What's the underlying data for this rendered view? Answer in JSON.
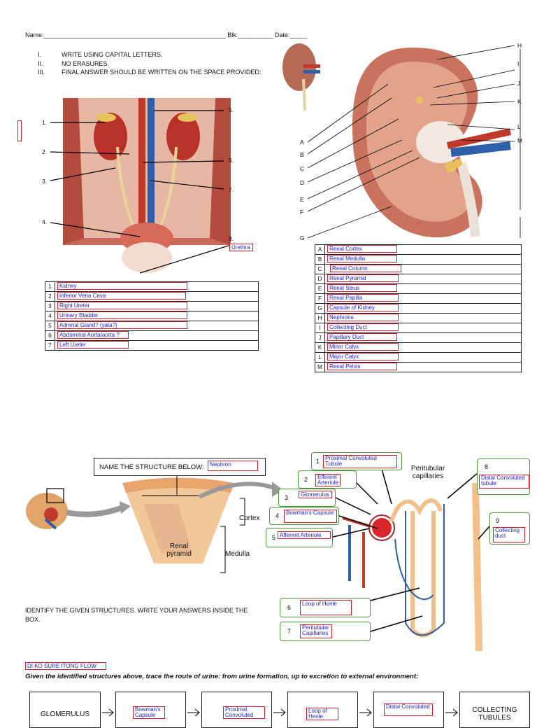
{
  "header": {
    "name_label": "Name:____________________________________________________ Blk:__________ Date:_____",
    "instructions": [
      {
        "num": "I.",
        "text": "WRITE USING CAPITAL LETTERS."
      },
      {
        "num": "II.",
        "text": "NO ERASURES."
      },
      {
        "num": "III.",
        "text": "FINAL ANSWER SHOULD BE WRITTEN ON THE SPACE PROVIDED:"
      }
    ]
  },
  "urinary": {
    "labels": [
      "1.",
      "2.",
      "3.",
      "4.",
      "5.",
      "6.",
      "7.",
      "8."
    ],
    "label8_answer": "Urethra",
    "table": [
      {
        "n": "1",
        "answer": "Kidney"
      },
      {
        "n": "2",
        "answer": "Inferior Vena Cava"
      },
      {
        "n": "3",
        "answer": "Right Ureter"
      },
      {
        "n": "4",
        "answer": "Urinary Bladder"
      },
      {
        "n": "5",
        "answer": "Adrenal Gland? (yata?)"
      },
      {
        "n": "6",
        "answer": "Abdominal Aorta/aorta ?"
      },
      {
        "n": "7",
        "answer": "Left Ureter"
      }
    ]
  },
  "kidney": {
    "left_letters": [
      "A",
      "B",
      "C",
      "D",
      "E",
      "F",
      "G"
    ],
    "right_letters": [
      "H",
      "I",
      "J",
      "K",
      "L",
      "M"
    ],
    "table": [
      {
        "n": "A",
        "answer": "Renal Cortex"
      },
      {
        "n": "B",
        "answer": "Renal Medulla"
      },
      {
        "n": "C",
        "answer": "Renal Column"
      },
      {
        "n": "D",
        "answer": "Renal Pyramid"
      },
      {
        "n": "E",
        "answer": "Renal Sinus"
      },
      {
        "n": "F",
        "answer": "Renal Papilla"
      },
      {
        "n": "G",
        "answer": "Capsule of Kidney"
      },
      {
        "n": "H",
        "answer": "Nephrons"
      },
      {
        "n": "I",
        "answer": "Collecting Duct"
      },
      {
        "n": "J",
        "answer": "Papillary Duct"
      },
      {
        "n": "K",
        "answer": "Minor Calyx"
      },
      {
        "n": "L",
        "answer": "Major Calyx"
      },
      {
        "n": "M",
        "answer": "Renal Pelvis"
      }
    ]
  },
  "nephron_section": {
    "name_prompt": "NAME THE STRUCTURE BELOW:",
    "name_answer": "Nephron",
    "cortex_label": "Cortex",
    "medulla_label": "Medulla",
    "pyramid_label": "Renal pyramid",
    "peritubular_label": "Peritubular capillaries",
    "identify_text": "IDENTIFY THE GIVEN STRUCTURES. WRITE YOUR ANSWERS INSIDE THE BOX.",
    "items": [
      {
        "n": "1",
        "answer": "Proximal Convoluted Tubule"
      },
      {
        "n": "2",
        "answer": "Efferent Arteriole"
      },
      {
        "n": "3",
        "answer": "Glomerulus"
      },
      {
        "n": "4",
        "answer": "Bowman's Capsule"
      },
      {
        "n": "5",
        "answer": "Afferent Arteriole"
      },
      {
        "n": "6",
        "answer": "Loop of Henle"
      },
      {
        "n": "7",
        "answer": "Peritubular Capillaries"
      },
      {
        "n": "8",
        "answer": "Distal Convoluted tubule"
      },
      {
        "n": "9",
        "answer": "Collecting duct"
      }
    ]
  },
  "flow_section": {
    "note": "DI KO SURE ITONG FLOW",
    "prompt": "Given the identified structures above, trace the route of urine: from urine formation, up to excretion to external environment:",
    "boxes": [
      {
        "text": "GLOMERULUS",
        "answer": ""
      },
      {
        "text": "",
        "answer": "Bowman's Capsule"
      },
      {
        "text": "",
        "answer": "Proximal Convoluted"
      },
      {
        "text": "",
        "answer": "Loop of Henle"
      },
      {
        "text": "",
        "answer": "Distal Convoluted"
      },
      {
        "text": "COLLECTING TUBULES",
        "answer": ""
      }
    ]
  }
}
